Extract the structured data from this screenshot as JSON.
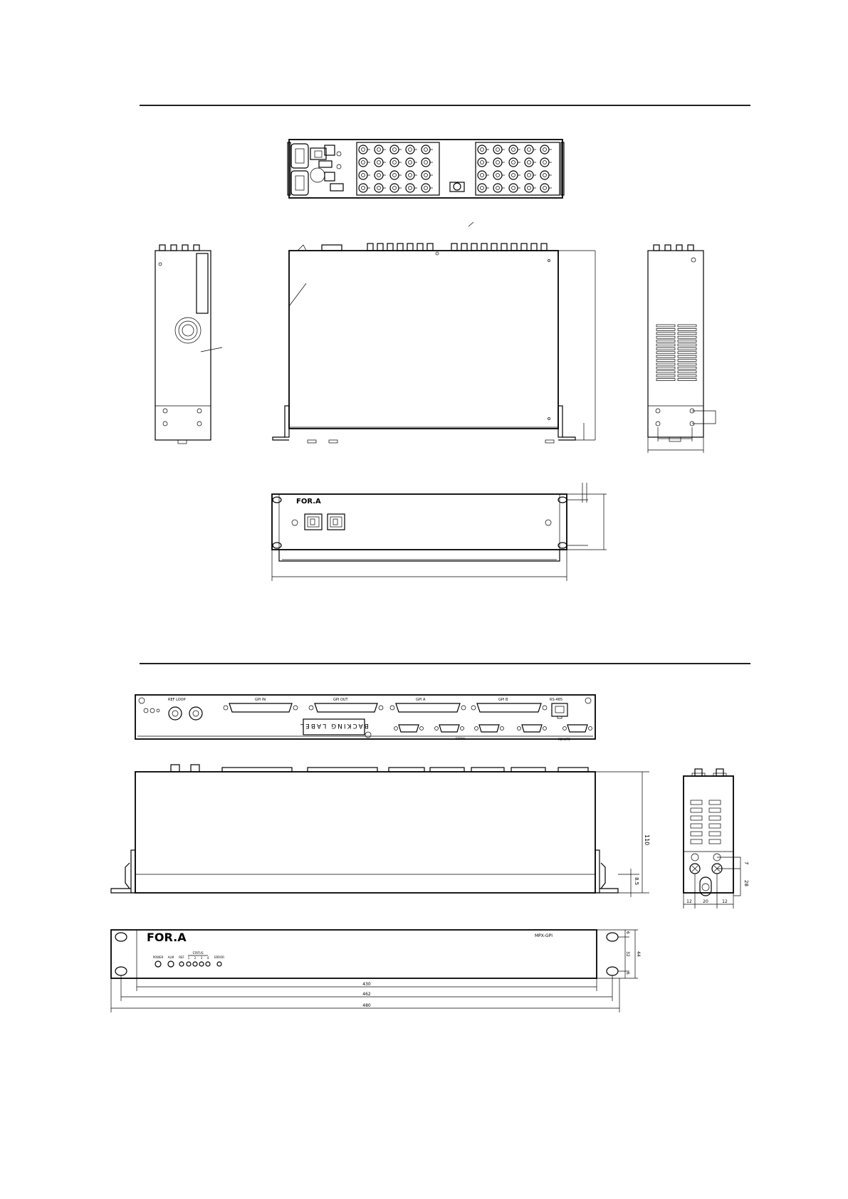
{
  "logo_text": "FOR.A",
  "section2": {
    "rear_labels": {
      "ref_loop": "REF LOOP",
      "gpi_in": "GPI IN",
      "gpi_out": "GPI OUT",
      "gpi_a": "GPI A",
      "gpi_b": "GPI B",
      "rs485": "RS-485",
      "remote": "REMOTE",
      "serial": "SERIAL",
      "backing_label": "BACKING LABEL"
    },
    "front_labels": {
      "model": "MPX-GPI",
      "power": "POWER",
      "alarm": "ALM",
      "ref": "REF",
      "status": "STATUS",
      "error": "ERROR",
      "status_nums": [
        "1",
        "2",
        "3",
        "4"
      ]
    },
    "dims": {
      "height_110": "110",
      "height_8_5": "8.5",
      "side_7": "7",
      "side_28": "28",
      "side_12a": "12",
      "side_20": "20",
      "side_12b": "12",
      "front_6a": "6",
      "front_32": "32",
      "front_44": "44",
      "front_6b": "6",
      "width_430": "430",
      "width_462": "462",
      "width_480": "480"
    }
  }
}
